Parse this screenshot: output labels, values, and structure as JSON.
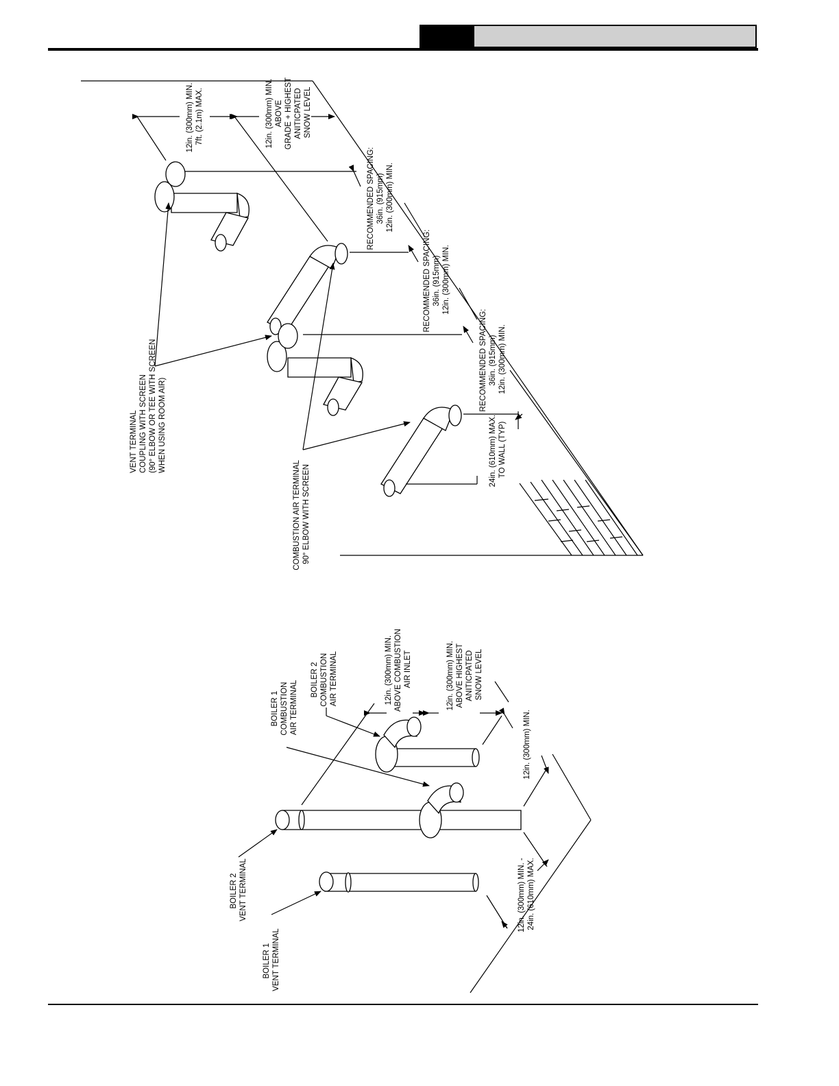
{
  "diagram_top": {
    "vent_terminal_label": [
      "VENT TERMINAL",
      "COUPLING WITH SCREEN",
      "(90° ELBOW OR TEE WITH SCREEN",
      "WHEN USING ROOM AIR)"
    ],
    "combustion_air_terminal_label": [
      "COMBUSTION AIR TERMINAL",
      "90° ELBOW WITH SCREEN"
    ],
    "dim_vent_height": [
      "12in. (300mm) MIN.",
      "7ft. (2.1m) MAX."
    ],
    "dim_above_grade": [
      "12in. (300mm) MIN.",
      "ABOVE",
      "GRADE + HIGHEST",
      "ANITICPATED",
      "SNOW LEVEL"
    ],
    "spacing_1": [
      "RECOMMENDED SPACING:",
      "36in. (915mm)",
      "12in. (300mm) MIN."
    ],
    "spacing_2": [
      "RECOMMENDED SPACING:",
      "36in. (915mm)",
      "12in. (300mm) MIN."
    ],
    "spacing_3": [
      "RECOMMENDED SPACING:",
      "36in. (915mm)",
      "12in. (300mm) MIN."
    ],
    "dim_to_wall": [
      "24in. (610mm) MAX.",
      "TO WALL (TYP)"
    ]
  },
  "diagram_bottom": {
    "boiler1_combustion": [
      "BOILER 1",
      "COMBUSTION",
      "AIR TERMINAL"
    ],
    "boiler2_combustion": [
      "BOILER 2",
      "COMBUSTION",
      "AIR TERMINAL"
    ],
    "dim_above_combustion": [
      "12in. (300mm) MIN.",
      "ABOVE COMBUSTION",
      "AIR INLET"
    ],
    "dim_above_snow": [
      "12in. (300mm) MIN.",
      "ABOVE HIGHEST",
      "ANITICPATED",
      "SNOW LEVEL"
    ],
    "dim_min": [
      "12in. (300mm) MIN."
    ],
    "boiler2_vent": [
      "BOILER 2",
      "VENT TERMINAL"
    ],
    "boiler1_vent": [
      "BOILER 1",
      "VENT TERMINAL"
    ],
    "dim_between_vents": [
      "12in. (300mm) MIN. -",
      "24in. (610mm) MAX."
    ]
  }
}
